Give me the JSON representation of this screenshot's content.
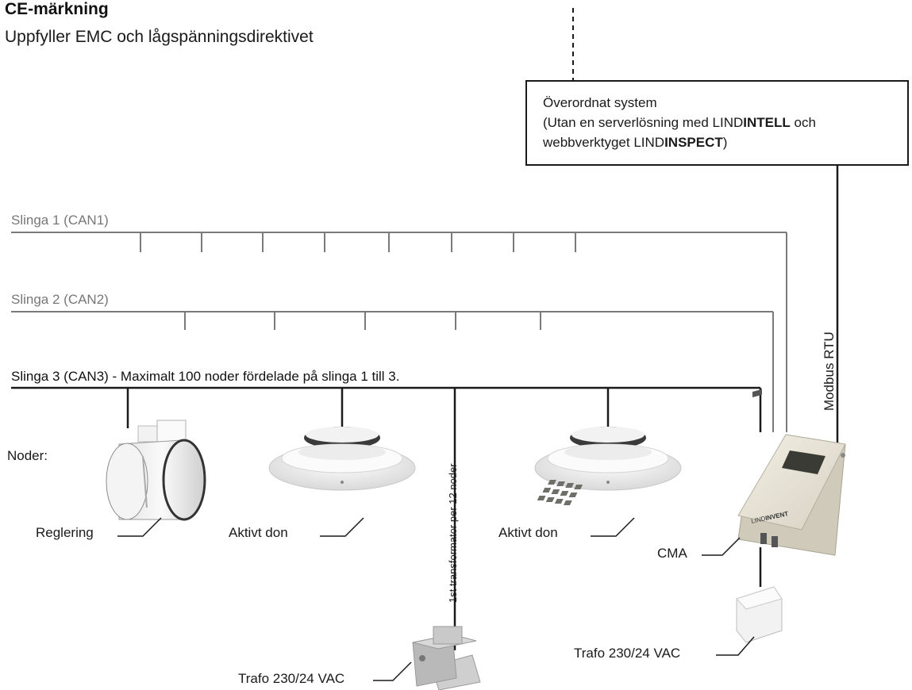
{
  "header": {
    "title": "CE-märkning",
    "subtitle": "Uppfyller EMC och lågspänningsdirektivet"
  },
  "system_box": {
    "line1": "Överordnat system",
    "line2_a": "(Utan en serverlösning med ",
    "line2_b": "LIND",
    "line2_c": "INTELL",
    "line2_d": " och",
    "line3_a": "webbverktyget ",
    "line3_b": "LIND",
    "line3_c": "INSPECT",
    "line3_d": ")"
  },
  "modbus_label": "Modbus RTU",
  "loops": {
    "loop1": "Slinga 1 (CAN1)",
    "loop2": "Slinga 2 (CAN2)",
    "loop3": "Slinga 3 (CAN3) - Maximalt 100 noder fördelade på slinga 1 till 3."
  },
  "nodes_label": "Noder:",
  "labels": {
    "reglering": "Reglering",
    "aktivt_don_1": "Aktivt don",
    "aktivt_don_2": "Aktivt don",
    "cma": "CMA",
    "trafo_1": "Trafo 230/24 VAC",
    "trafo_2": "Trafo 230/24 VAC",
    "transformer_note": "1st transformator per 12 noder",
    "brand_a": "LIND",
    "brand_b": "INVENT"
  },
  "colors": {
    "line": "#1a1a1a",
    "loop_gray": "#7a7a7a",
    "device_body": "#e7e3d6",
    "diffuser": "#eeeeee"
  }
}
